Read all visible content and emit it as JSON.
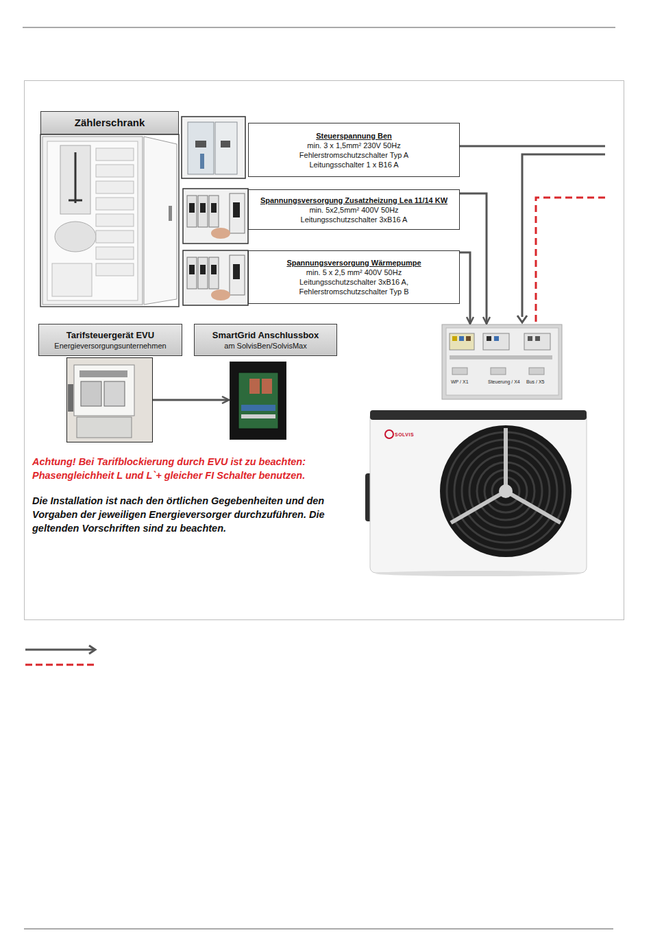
{
  "diagram": {
    "nodes": [
      {
        "text": [
          "Zählerschrank"
        ]
      },
      {
        "text": [
          "Steuerspannung Ben",
          "min. 3 x 1,5mm² 230V 50Hz",
          "Fehlerstromschutzschalter Typ A",
          "Leitungsschalter 1 x B16 A"
        ]
      },
      {
        "text": [
          "Spannungsversorgung Zusatzheizung Lea 11/14 KW",
          "min. 5x2,5mm² 400V 50Hz",
          "Leitungsschutzschalter 3xB16 A"
        ]
      },
      {
        "text": [
          "Spannungsversorgung Wärmepumpe",
          "min. 5 x 2,5 mm² 400V 50Hz",
          "Leitungsschutzschalter 3xB16 A,",
          "Fehlerstromschutzschalter Typ B"
        ]
      },
      {
        "text": [
          "Tarifsteuergerät EVU",
          "Energieversorgungsunternehmen"
        ]
      },
      {
        "text": [
          "SmartGrid Anschlussbox",
          "am SolvisBen/SolvisMax"
        ]
      },
      {
        "text": [
          "WP / X1",
          "Steuerung / X4",
          "Bus / X5"
        ]
      }
    ],
    "edges": [
      {
        "from": 2,
        "to": 6,
        "arrow": "to"
      },
      {
        "from": 3,
        "to": 6,
        "arrow": "to"
      },
      {
        "from": 4,
        "to": 5,
        "arrow": "to"
      }
    ],
    "labels": [
      "Achtung! Bei Tarifblockierung durch EVU ist zu beachten:",
      "Phasengleichheit L und L`+ gleicher FI Schalter benutzen.",
      "Die Installation ist nach den örtlichen Gegebenheiten und den Vorgaben der jeweiligen Energieversorger durchzuführen. Die geltenden Vorschriften sind zu beachten.",
      "SOLVIS"
    ]
  }
}
